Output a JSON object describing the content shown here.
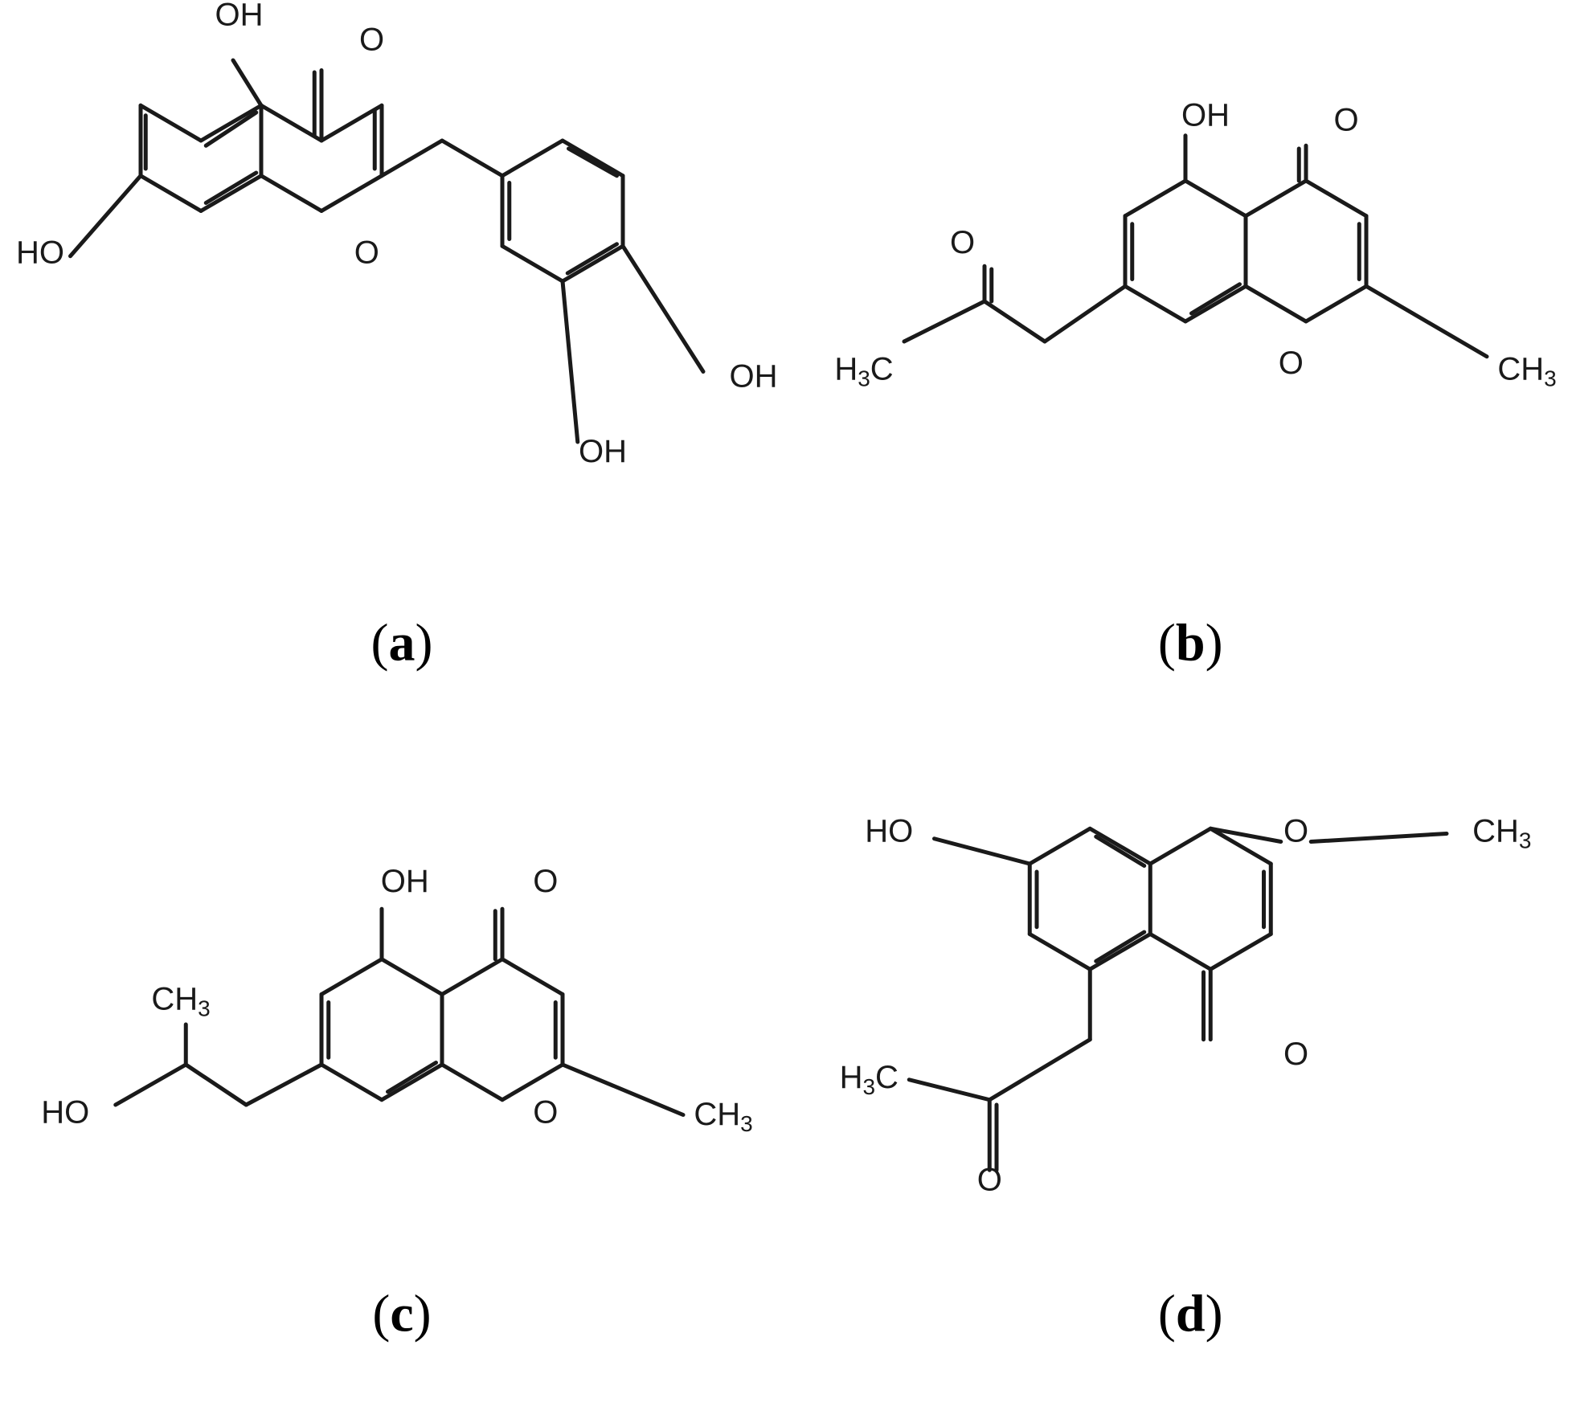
{
  "panels": [
    {
      "id": "a",
      "caption": {
        "open": "(",
        "letter": "a",
        "close": ")"
      },
      "atoms": {
        "oh_5": [
          "OH",
          ""
        ],
        "o_4": [
          "O",
          ""
        ],
        "ho_7": [
          "HO",
          ""
        ],
        "o_1": [
          "O",
          ""
        ],
        "oh_4p": [
          "OH",
          ""
        ],
        "oh_3p": [
          "OH",
          ""
        ]
      }
    },
    {
      "id": "b",
      "caption": {
        "open": "(",
        "letter": "b",
        "close": ")"
      },
      "atoms": {
        "oh_5": [
          "OH",
          ""
        ],
        "o_4": [
          "O",
          ""
        ],
        "o_keto": [
          "O",
          ""
        ],
        "h3c": [
          "H",
          "3",
          "C"
        ],
        "o_1": [
          "O",
          ""
        ],
        "ch3_2": [
          "CH",
          "3"
        ]
      }
    },
    {
      "id": "c",
      "caption": {
        "open": "(",
        "letter": "c",
        "close": ")"
      },
      "atoms": {
        "oh_5": [
          "OH",
          ""
        ],
        "o_4": [
          "O",
          ""
        ],
        "ch3_side": [
          "CH",
          "3"
        ],
        "ho_side": [
          "HO",
          ""
        ],
        "o_1": [
          "O",
          ""
        ],
        "ch3_2": [
          "CH",
          "3"
        ]
      }
    },
    {
      "id": "d",
      "caption": {
        "open": "(",
        "letter": "d",
        "close": ")"
      },
      "atoms": {
        "ho_7": [
          "HO",
          ""
        ],
        "o_1": [
          "O",
          ""
        ],
        "ch3_2": [
          "CH",
          "3"
        ],
        "o_4": [
          "O",
          ""
        ],
        "h3c": [
          "H",
          "3",
          "C"
        ],
        "o_keto": [
          "O",
          ""
        ]
      }
    }
  ]
}
